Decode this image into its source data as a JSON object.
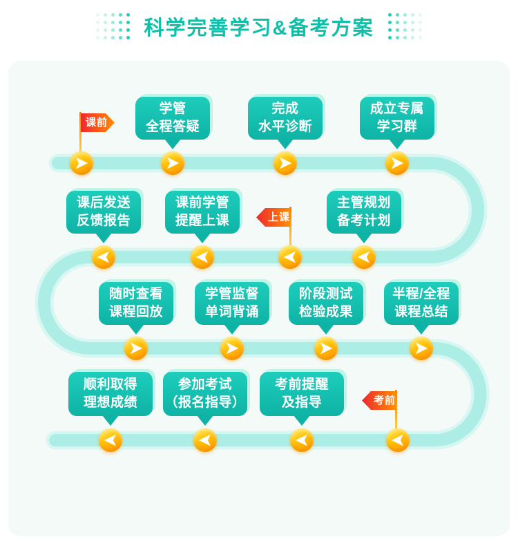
{
  "title": "科学完善学习&备考方案",
  "flags": [
    {
      "id": "pre-class",
      "label": "课前"
    },
    {
      "id": "in-class",
      "label": "上课"
    },
    {
      "id": "pre-exam",
      "label": "考前"
    }
  ],
  "steps": [
    {
      "line1": "学管",
      "line2": "全程答疑"
    },
    {
      "line1": "完成",
      "line2": "水平诊断"
    },
    {
      "line1": "成立专属",
      "line2": "学习群"
    },
    {
      "line1": "课后发送",
      "line2": "反馈报告"
    },
    {
      "line1": "课前学管",
      "line2": "提醒上课"
    },
    {
      "line1": "主管规划",
      "line2": "备考计划"
    },
    {
      "line1": "随时查看",
      "line2": "课程回放"
    },
    {
      "line1": "学管监督",
      "line2": "单词背诵"
    },
    {
      "line1": "阶段测试",
      "line2": "检验成果"
    },
    {
      "line1": "半程/全程",
      "line2": "课程总结"
    },
    {
      "line1": "顺利取得",
      "line2": "理想成绩"
    },
    {
      "line1": "参加考试",
      "line2": "（报名指导）"
    },
    {
      "line1": "考前提醒",
      "line2": "及指导"
    }
  ],
  "colors": {
    "title_teal": "#0ec0a8",
    "bubble_teal_top": "#1ecdbb",
    "bubble_teal_bottom": "#0eb3a5",
    "bubble_highlight": "#c2f3e7",
    "path_inner": "#aceee6",
    "path_glow": "#d9f7f2",
    "marker_yellow": "#ffdf35",
    "marker_orange": "#ff9800",
    "flag_red": "#f0272e",
    "flag_orange": "#ff8d05",
    "card_bg": "#f3faf7",
    "dot_fade": [
      "#e3f8f3",
      "#c5f2e8",
      "#9cead9",
      "#5edcc6",
      "#22cdb2"
    ]
  }
}
